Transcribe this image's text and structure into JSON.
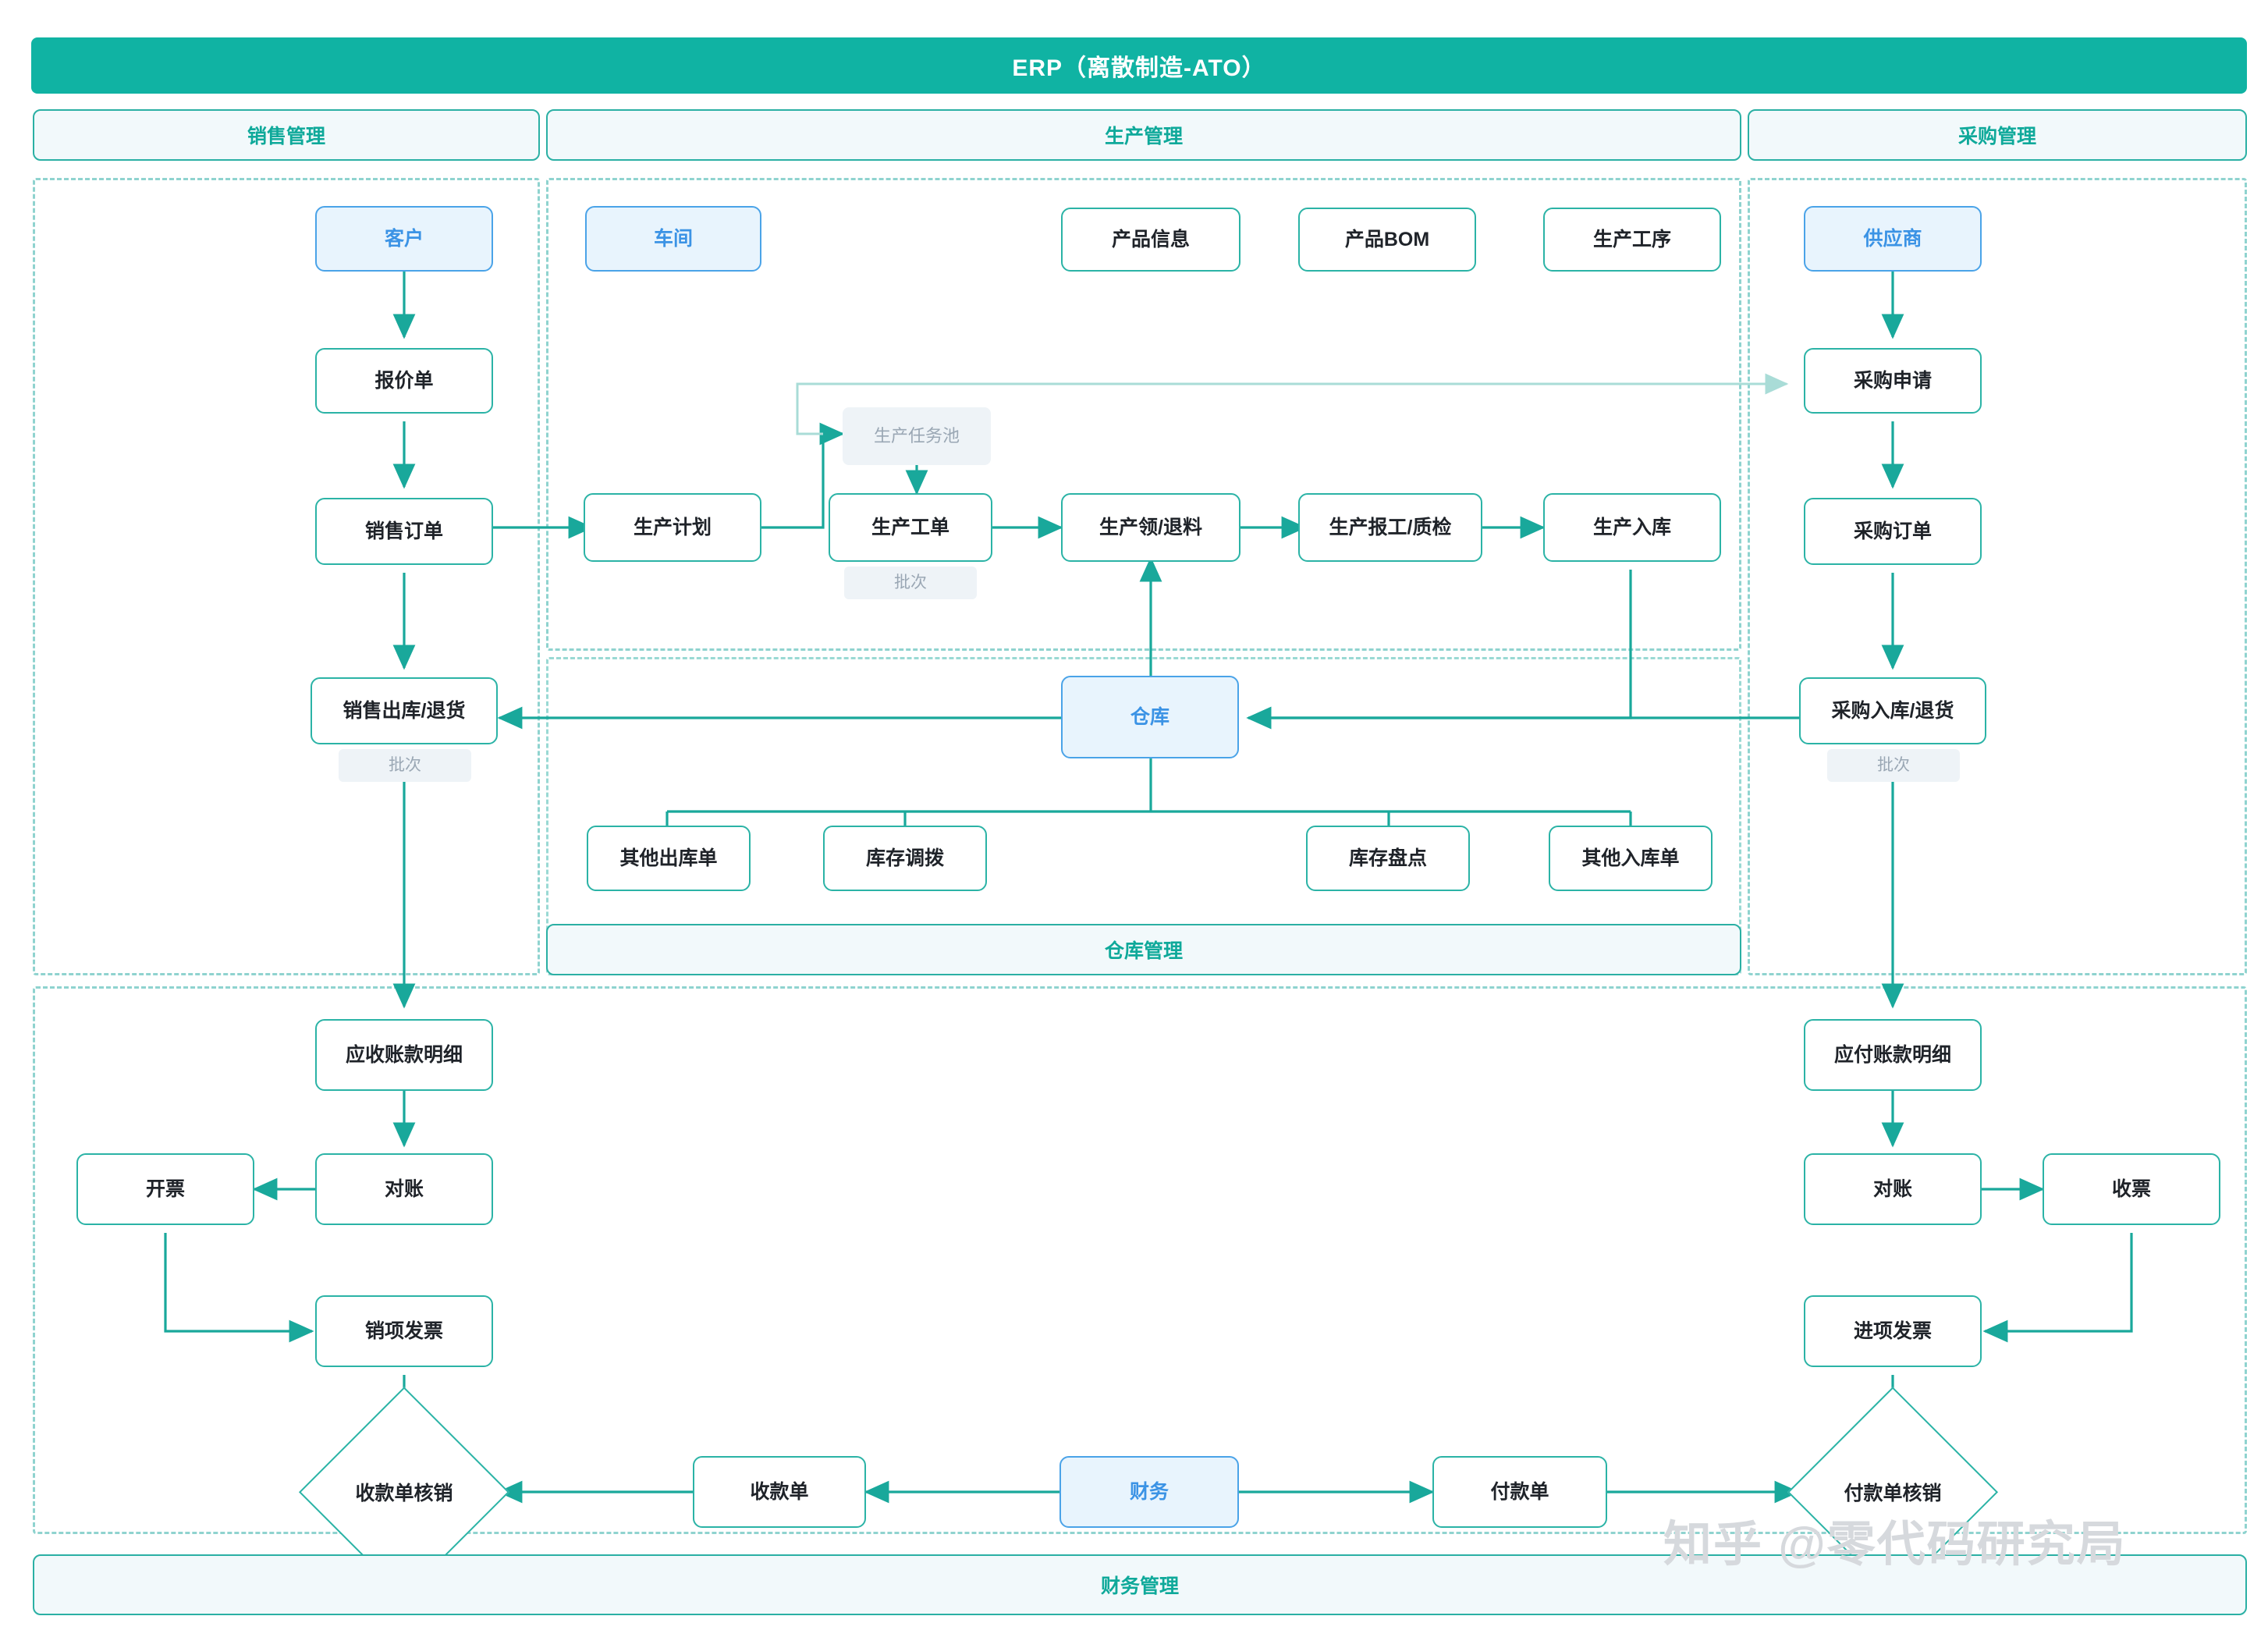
{
  "title": "ERP（离散制造-ATO）",
  "modules": {
    "sales": "销售管理",
    "production": "生产管理",
    "purchase": "采购管理",
    "warehouse": "仓库管理",
    "finance": "财务管理"
  },
  "sales_flow": {
    "customer": "客户",
    "quotation": "报价单",
    "sales_order": "销售订单",
    "sales_outbound": "销售出库/退货",
    "batch_tag": "批次"
  },
  "production_flow": {
    "workshop": "车间",
    "product_info": "产品信息",
    "product_bom": "产品BOM",
    "production_process": "生产工序",
    "production_plan": "生产计划",
    "task_pool": "生产任务池",
    "work_order": "生产工单",
    "batch_tag": "批次",
    "material_issue": "生产领/退料",
    "report_qc": "生产报工/质检",
    "production_inbound": "生产入库"
  },
  "warehouse_flow": {
    "warehouse": "仓库",
    "other_outbound": "其他出库单",
    "stock_transfer": "库存调拨",
    "stock_count": "库存盘点",
    "other_inbound": "其他入库单"
  },
  "purchase_flow": {
    "supplier": "供应商",
    "purchase_request": "采购申请",
    "purchase_order": "采购订单",
    "purchase_inbound": "采购入库/退货",
    "batch_tag": "批次"
  },
  "finance_flow": {
    "receivable_detail": "应收账款明细",
    "reconcile_ar": "对账",
    "invoicing": "开票",
    "output_invoice": "销项发票",
    "receipt_writeoff": "收款单核销",
    "receipt_voucher": "收款单",
    "finance_actor": "财务",
    "payment_voucher": "付款单",
    "payment_writeoff": "付款单核销",
    "payable_detail": "应付账款明细",
    "reconcile_ap": "对账",
    "bill_receipt": "收票",
    "input_invoice": "进项发票"
  },
  "watermark": "知乎 @零代码研究局",
  "colors": {
    "brand": "#10b3a3",
    "node_border": "#2bb3a6",
    "blue_border": "#4aa3e8",
    "blue_fill": "#e8f4fd",
    "blue_text": "#3b93e5",
    "dash": "#8fd3cf",
    "ghost_fill": "#eef3f7",
    "ghost_text": "#9aa7b4"
  }
}
